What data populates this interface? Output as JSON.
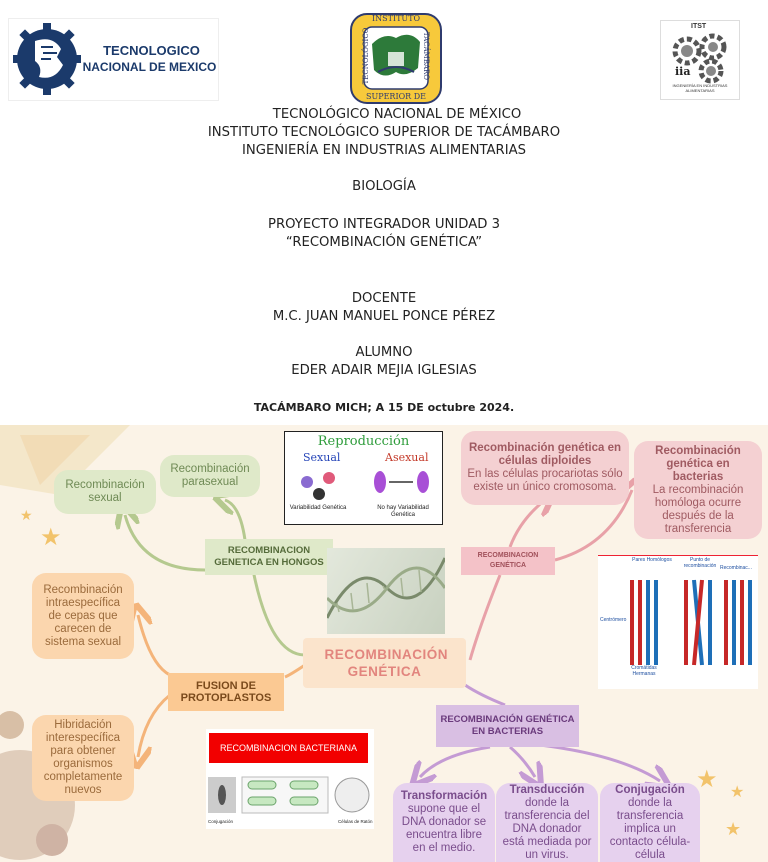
{
  "logos": {
    "tecnm_line1": "TECNOLOGICO",
    "tecnm_line2": "NACIONAL DE MEXICO",
    "seal_top": "INSTITUTO",
    "seal_right": "TACÁMBARO",
    "seal_left": "TECNOLÓGICO",
    "seal_bottom": "SUPERIOR DE",
    "itst_top": "ITST",
    "itst_mid": "iia",
    "itst_bottom": "INGENIERÍA EN INDUSTRIAS ALIMENTARIAS"
  },
  "header": {
    "line1": "TECNOLÓGICO NACIONAL DE MÉXICO",
    "line2": "INSTITUTO TECNOLÓGICO SUPERIOR DE TACÁMBARO",
    "line3": "INGENIERÍA EN INDUSTRIAS ALIMENTARIAS",
    "subject": "BIOLOGÍA",
    "project1": "PROYECTO INTEGRADOR UNIDAD 3",
    "project2": "“RECOMBINACIÓN GENÉTICA”",
    "docente_label": "DOCENTE",
    "docente_name": "M.C. JUAN MANUEL PONCE PÉREZ",
    "alumno_label": "ALUMNO",
    "alumno_name": "EDER ADAIR MEJIA IGLESIAS",
    "place_date": "TACÁMBARO MICH; A 15 DE octubre 2024."
  },
  "map": {
    "center": "RECOMBINACIÓN GENÉTICA",
    "hongos": "RECOMBINACION GENETICA EN HONGOS",
    "rec_sexual": "Recombinación sexual",
    "rec_parasexual": "Recombinación parasexual",
    "fusion": "FUSION DE PROTOPLASTOS",
    "intra": "Recombinación intraespecífica de cepas que carecen de sistema sexual",
    "hibrid": "Hibridación interespecífica para obtener organismos completamente nuevos",
    "rg_label": "RECOMBINACION GENÉTICA",
    "diploid_title": "Recombinación genética en células diploides",
    "diploid_text": "En las células procariotas sólo existe un único cromosoma.",
    "bact_title": "Recombinación genética en bacterias",
    "bact_text": "La recombinación homóloga ocurre después de la transferencia",
    "rg_bacterias": "RECOMBINACIÓN GENÉTICA EN BACTERIAS",
    "transf_title": "Transformación",
    "transf_text": "supone que el DNA donador se encuentra libre en el medio.",
    "transd_title": "Transducción",
    "transd_text": "donde la transferencia del DNA donador está mediada por un virus.",
    "conj_title": "Conjugación",
    "conj_text": "donde la transferencia implica un contacto célula-célula"
  },
  "images": {
    "repro_title": "Reproducción",
    "repro_sexual": "Sexual",
    "repro_asexual": "Asexual",
    "repro_var": "Variabilidad Genética",
    "repro_novar": "No hay Variabilidad Genética",
    "chrom_pares": "Pares Homólogos",
    "chrom_punto": "Punto de recombinación",
    "chrom_recomb": "Recombinac...",
    "chrom_centromero": "Centrómero",
    "chrom_cromatidas": "Cromátidas Hermanas",
    "bact_banner": "RECOMBINACION BACTERIANA",
    "bact_cap1": "Conjugación",
    "bact_cap2": "Células de Ratón"
  },
  "colors": {
    "green": "#dfe9c9",
    "orange": "#fbd6ae",
    "pink": "#f4d0d2",
    "lilac": "#e6d1ee",
    "center_text": "#e2857e"
  }
}
